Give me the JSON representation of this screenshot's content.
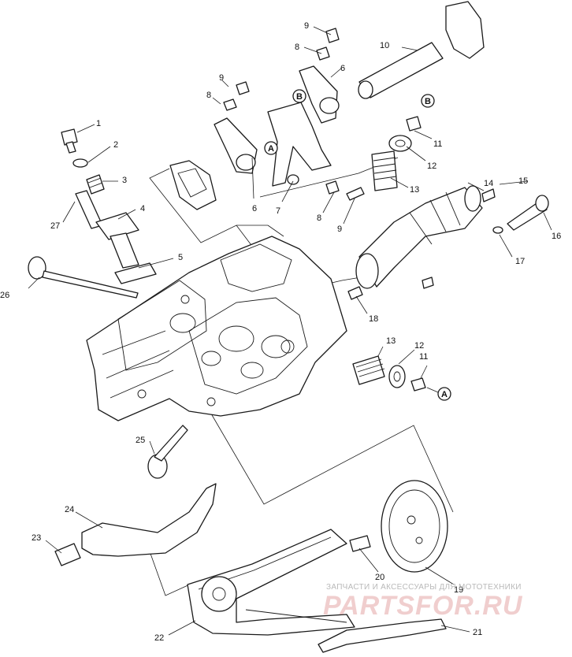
{
  "diagram": {
    "callouts": {
      "c1": "1",
      "c2": "2",
      "c3": "3",
      "c4": "4",
      "c5": "5",
      "c6a": "6",
      "c6b": "6",
      "c7": "7",
      "c8a": "8",
      "c8b": "8",
      "c8c": "8",
      "c9a": "9",
      "c9b": "9",
      "c9c": "9",
      "c10": "10",
      "c11a": "11",
      "c11b": "11",
      "c12a": "12",
      "c12b": "12",
      "c13a": "13",
      "c13b": "13",
      "c14": "14",
      "c15": "15",
      "c16": "16",
      "c17": "17",
      "c18": "18",
      "c19": "19",
      "c20": "20",
      "c21": "21",
      "c22": "22",
      "c23": "23",
      "c24": "24",
      "c25": "25",
      "c26": "26",
      "c27": "27"
    },
    "reference_marks": {
      "a1": "A",
      "a2": "A",
      "b1": "B",
      "b2": "B"
    }
  },
  "watermark": {
    "caption": "ЗАПЧАСТИ И АКСЕССУАРЫ ДЛЯ МОТОТЕХНИКИ",
    "brand": "PARTSFOR.RU"
  }
}
